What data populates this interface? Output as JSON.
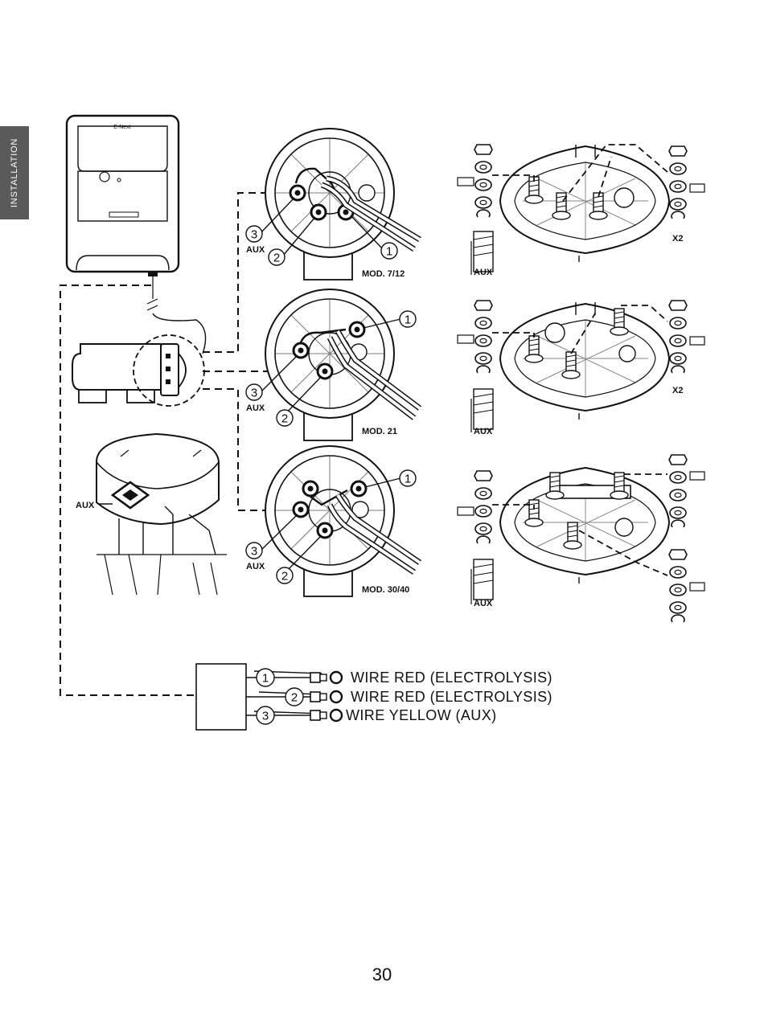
{
  "sidebar": {
    "section_label": "INSTALLATION"
  },
  "device": {
    "brand": "E-Next"
  },
  "labels": {
    "aux": "AUX",
    "x2": "X2",
    "mod_a": "MOD. 7/12",
    "mod_b": "MOD. 21",
    "mod_c": "MOD. 30/40"
  },
  "callouts": {
    "one": "1",
    "two": "2",
    "three": "3"
  },
  "legend": {
    "rows": [
      {
        "number": "1",
        "text": "WIRE RED (ELECTROLYSIS)"
      },
      {
        "number": "2",
        "text": "WIRE RED (ELECTROLYSIS)"
      },
      {
        "number": "3",
        "text": "WIRE YELLOW (AUX)"
      }
    ]
  },
  "footer": {
    "page_number": "30"
  }
}
